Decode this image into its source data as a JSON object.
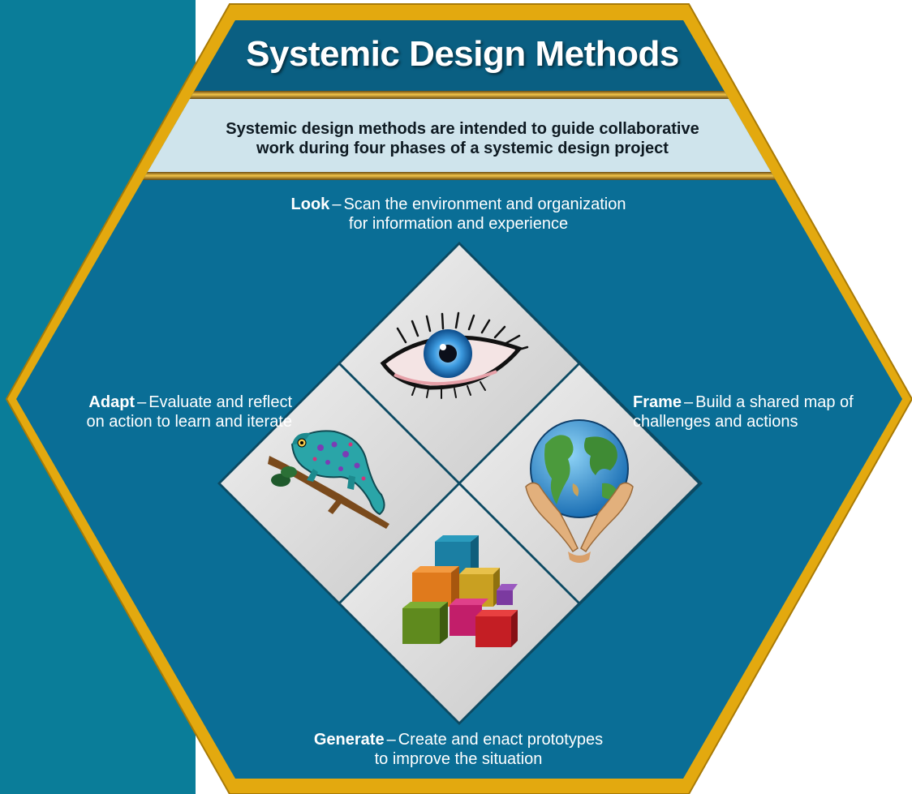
{
  "diagram": {
    "title": "Systemic Design Methods",
    "subtitle_line1": "Systemic design methods are intended to guide collaborative",
    "subtitle_line2": "work during four phases of a systemic design project",
    "phases": [
      {
        "name": "Look",
        "dash": "–",
        "desc_line1": "Scan the environment and organization",
        "desc_line2": "for information and experience",
        "icon": "eye-icon"
      },
      {
        "name": "Adapt",
        "dash": "–",
        "desc_line1": "Evaluate and reflect",
        "desc_line2": "on action to learn and iterate",
        "icon": "chameleon-icon"
      },
      {
        "name": "Frame",
        "dash": "–",
        "desc_line1": "Build a shared map of",
        "desc_line2": "challenges and actions",
        "icon": "globe-in-hands-icon"
      },
      {
        "name": "Generate",
        "dash": "–",
        "desc_line1": "Create and enact prototypes",
        "desc_line2": "to improve the situation",
        "icon": "building-blocks-icon"
      }
    ]
  },
  "colors": {
    "sidebar": "#0a7d99",
    "hexagon_fill": "#0a6e96",
    "hexagon_border": "#e3a90f",
    "banner": "#cfe4ec",
    "tile": "#dcdcdc"
  }
}
